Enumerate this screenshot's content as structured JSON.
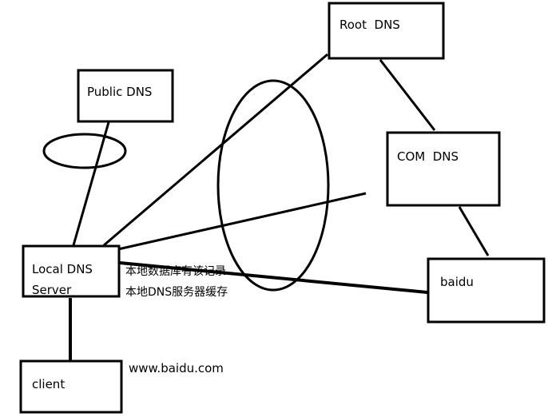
{
  "nodes": {
    "root_dns": "Root  DNS",
    "public_dns": "Public DNS",
    "com_dns": "COM  DNS",
    "local_dns_line1": "Local DNS",
    "local_dns_line2": "Server",
    "baidu": "baidu",
    "client": "client"
  },
  "notes": {
    "record_in_db": "本地数据库有该记录",
    "dns_cache": "本地DNS服务器缓存",
    "query_domain": "www.baidu.com"
  },
  "colors": {
    "stroke": "#000000",
    "background": "#ffffff"
  }
}
